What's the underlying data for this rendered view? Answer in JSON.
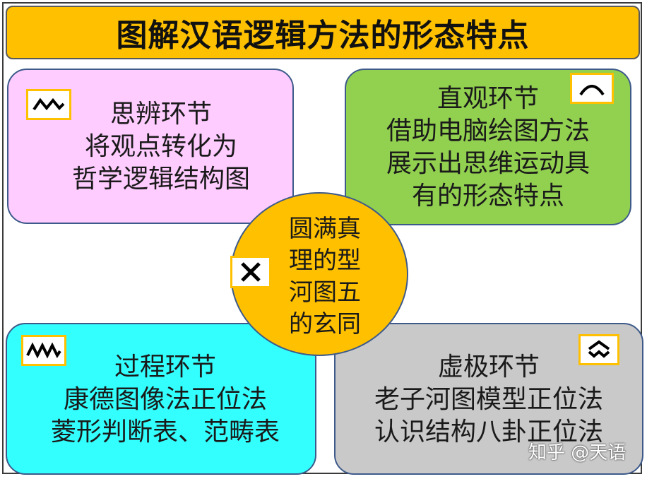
{
  "title": "图解汉语逻辑方法的形态特点",
  "boxes": {
    "top_left": {
      "lines": [
        "思辨环节",
        "将观点转化为",
        "哲学逻辑结构图"
      ],
      "color": "#ffccff",
      "icon": "zigzag-m-icon"
    },
    "top_right": {
      "lines": [
        "直观环节",
        "借助电脑绘图方法",
        "展示出思维运动具",
        "有的形态特点"
      ],
      "color": "#92d050",
      "icon": "arch-icon"
    },
    "bottom_left": {
      "lines": [
        "过程环节",
        "康德图像法正位法",
        "菱形判断表、范畴表"
      ],
      "color": "#33ffff",
      "icon": "zigzag-mm-icon"
    },
    "bottom_right": {
      "lines": [
        "虚极环节",
        "老子河图模型正位法",
        "认识结构八卦正位法"
      ],
      "color": "#c9c9c9",
      "icon": "double-chevron-icon"
    }
  },
  "center": {
    "lines": [
      "圆满真",
      "理的型",
      "河图五",
      "的玄同"
    ],
    "color": "#ffc000",
    "icon": "cross-icon"
  },
  "watermark": "知乎 @天语",
  "colors": {
    "title_bg": "#ffc000",
    "border": "#3d5a8a"
  }
}
